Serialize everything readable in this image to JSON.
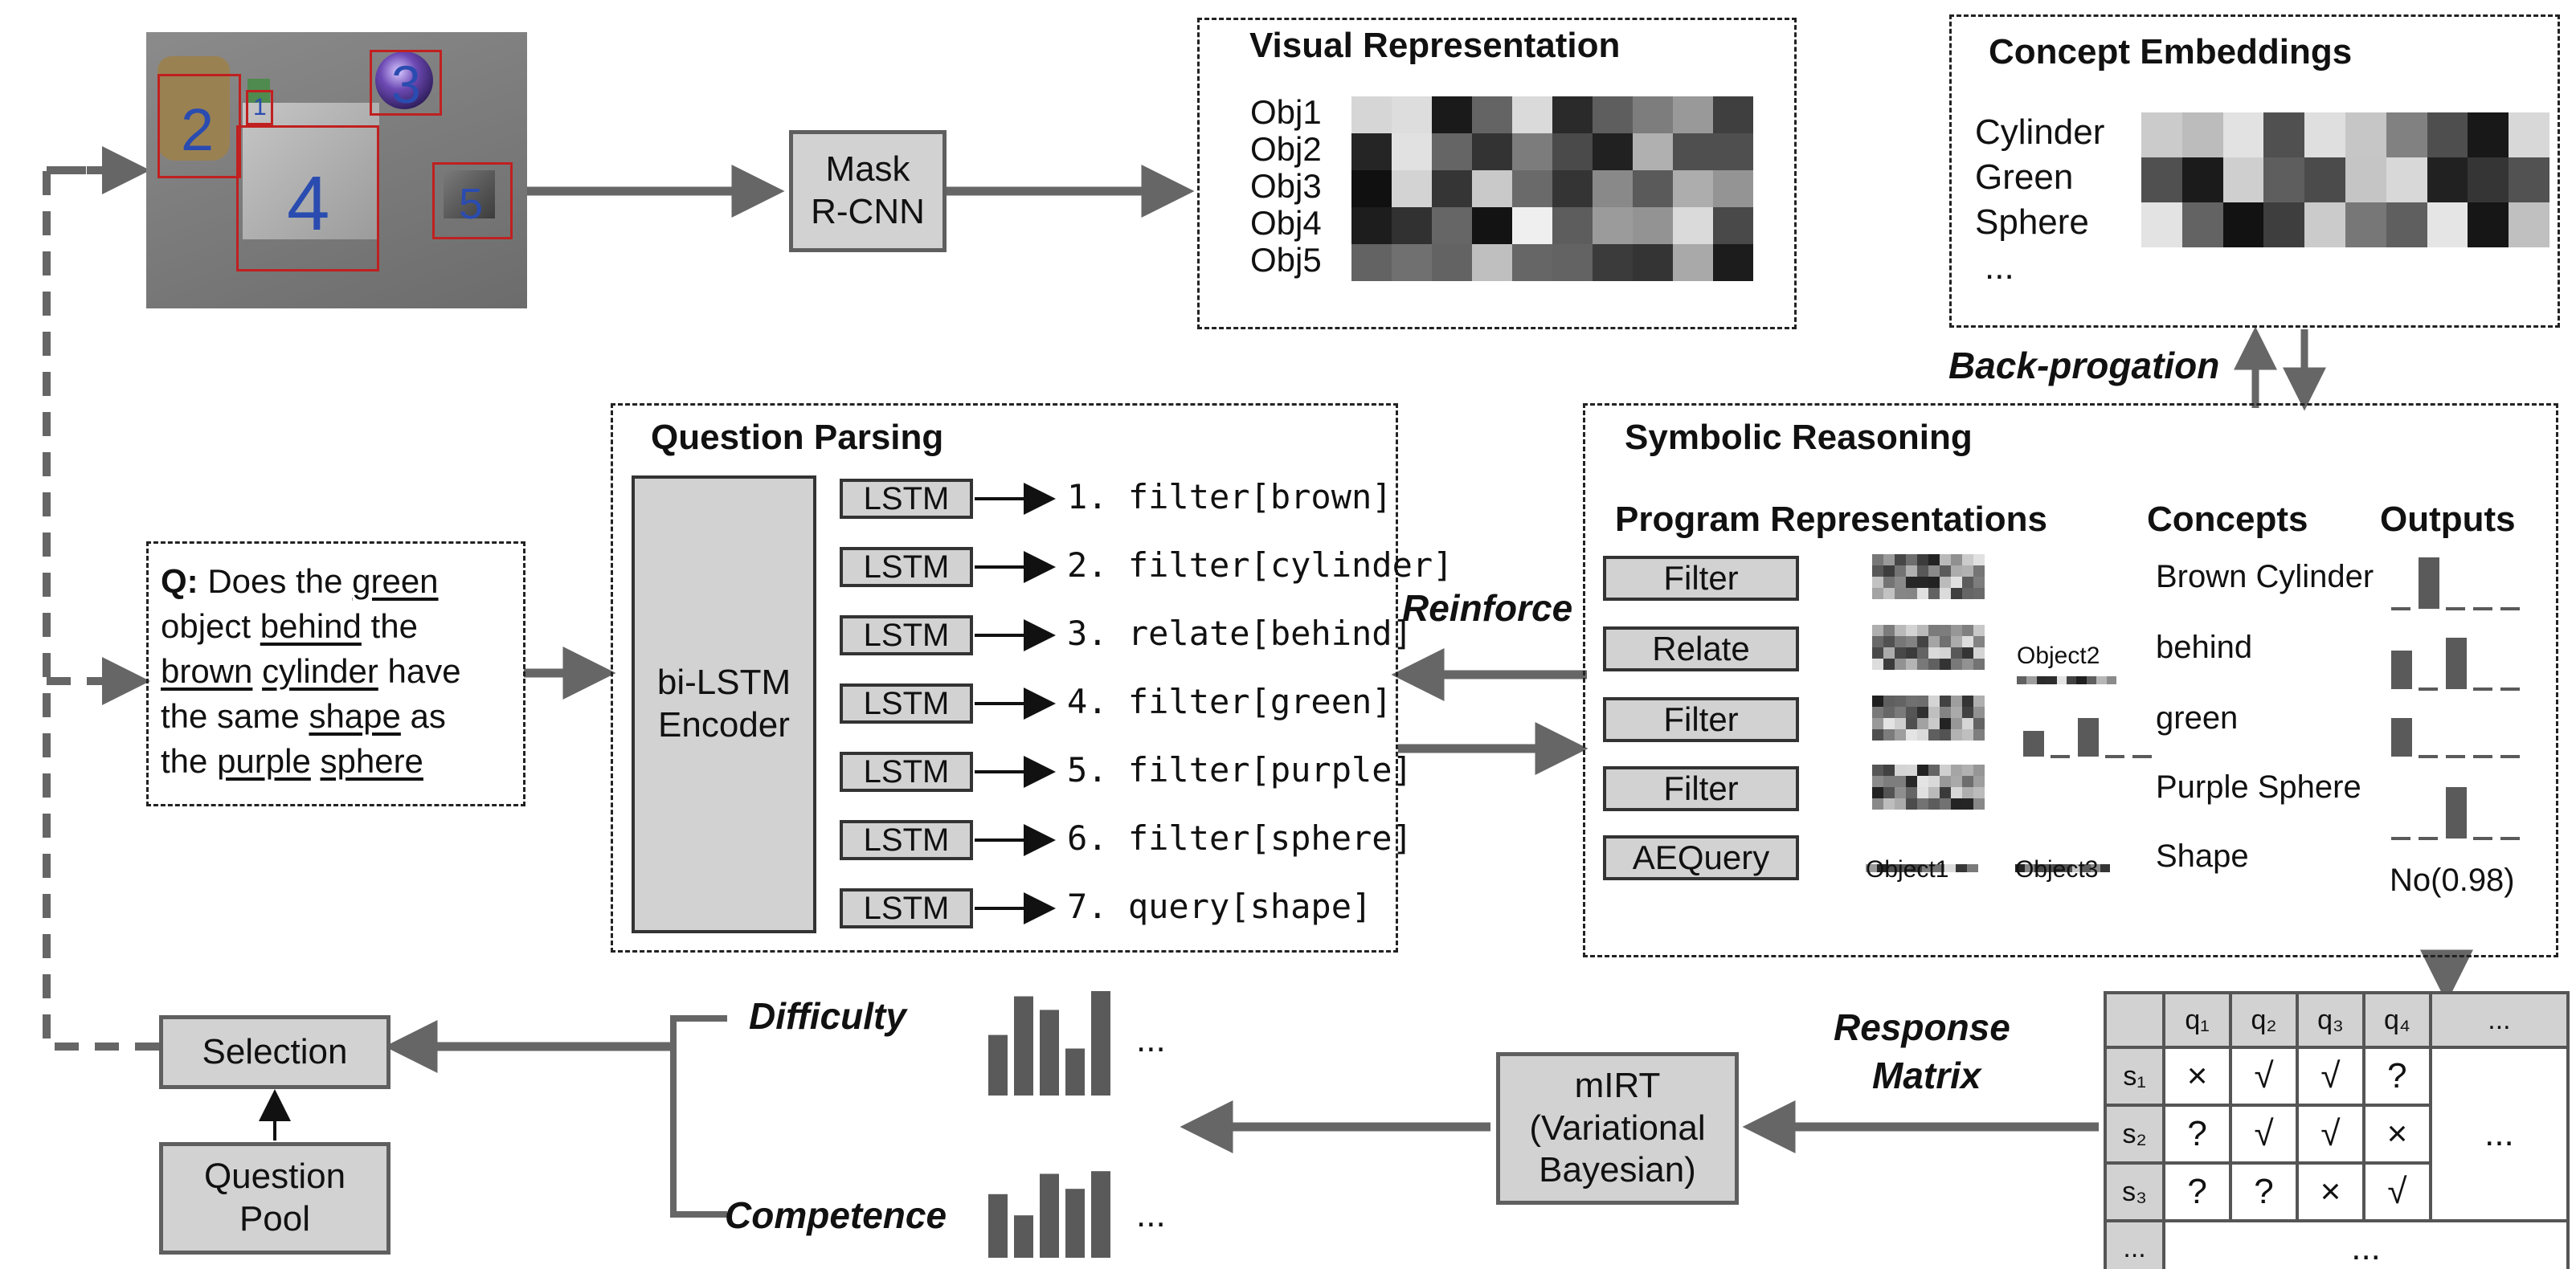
{
  "image_objects": [
    {
      "label": "2"
    },
    {
      "label": "1"
    },
    {
      "label": "3"
    },
    {
      "label": "4"
    },
    {
      "label": "5"
    }
  ],
  "mask_rcnn": {
    "line1": "Mask",
    "line2": "R-CNN"
  },
  "visual_representation": {
    "title": "Visual Representation",
    "rows": [
      "Obj1",
      "Obj2",
      "Obj3",
      "Obj4",
      "Obj5"
    ]
  },
  "concept_embeddings": {
    "title": "Concept Embeddings",
    "rows": [
      "Cylinder",
      "Green",
      "Sphere",
      "..."
    ]
  },
  "back_propagation_label": "Back-progation",
  "question_parsing": {
    "title": "Question Parsing",
    "encoder_line1": "bi-LSTM",
    "encoder_line2": "Encoder",
    "lstm_label": "LSTM",
    "steps": [
      "1. filter[brown]",
      "2. filter[cylinder]",
      "3. relate[behind]",
      "4. filter[green]",
      "5. filter[purple]",
      "6. filter[sphere]",
      "7. query[shape]"
    ]
  },
  "question": {
    "q_label": "Q:",
    "lines": [
      [
        "Does the ",
        "green"
      ],
      [
        "object ",
        "behind",
        " the"
      ],
      [
        "brown",
        " ",
        "cylinder",
        " have"
      ],
      [
        "the same ",
        "shape",
        " as"
      ],
      [
        "the ",
        "purple",
        " ",
        "sphere"
      ]
    ]
  },
  "reinforce_label": "Reinforce",
  "symbolic_reasoning": {
    "title": "Symbolic Reasoning",
    "col_program": "Program Representations",
    "col_concepts": "Concepts",
    "col_outputs": "Outputs",
    "programs": [
      "Filter",
      "Relate",
      "Filter",
      "Filter",
      "AEQuery"
    ],
    "concepts": [
      "Brown Cylinder",
      "behind",
      "green",
      "Purple Sphere",
      "Shape"
    ],
    "object2": "Object2",
    "object1": "Object1",
    "object3": "Object3",
    "final_output": "No(0.98)"
  },
  "response_matrix": {
    "label_line1": "Response",
    "label_line2": "Matrix",
    "col_headers": [
      "q₁",
      "q₂",
      "q₃",
      "q₄",
      "..."
    ],
    "row_headers": [
      "s₁",
      "s₂",
      "s₃",
      "..."
    ],
    "cells": [
      [
        "×",
        "√",
        "√",
        "?"
      ],
      [
        "?",
        "√",
        "√",
        "×"
      ],
      [
        "?",
        "?",
        "×",
        "√"
      ]
    ],
    "side_ellipsis": "...",
    "bottom_ellipsis": "..."
  },
  "mirt": {
    "line1": "mIRT",
    "line2": "(Variational",
    "line3": "Bayesian)"
  },
  "difficulty_label": "Difficulty",
  "competence_label": "Competence",
  "difficulty_bars": [
    0.58,
    0.95,
    0.82,
    0.45,
    1.0
  ],
  "competence_bars": [
    0.72,
    0.48,
    0.95,
    0.78,
    0.98
  ],
  "ellipsis": "...",
  "selection_label": "Selection",
  "question_pool": {
    "line1": "Question",
    "line2": "Pool"
  },
  "colors": {
    "line": "#666666",
    "box_fill": "#d2d2d2",
    "box_border": "#5f5f5f",
    "bar": "#5a5a5a"
  }
}
